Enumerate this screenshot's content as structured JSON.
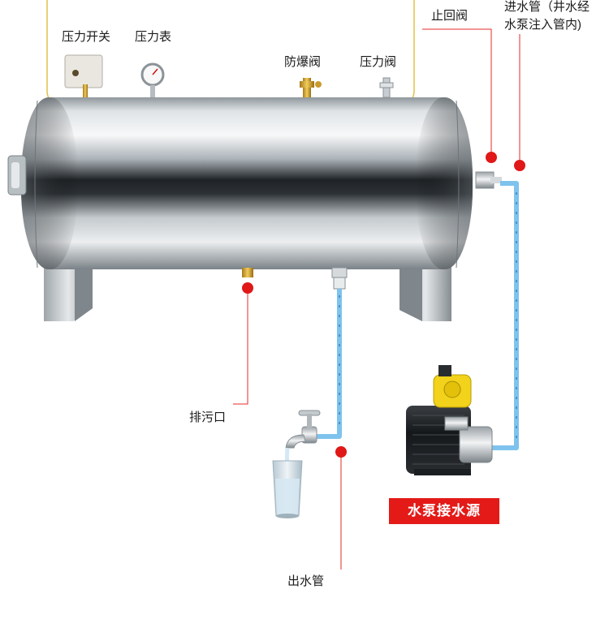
{
  "labels": {
    "pressure_switch": "压力开关",
    "pressure_gauge": "压力表",
    "explosion_proof_valve": "防爆阀",
    "pressure_valve": "压力阀",
    "check_valve": "止回阀",
    "inlet_pipe_line1": "进水管（井水经",
    "inlet_pipe_line2": "水泵注入管内)",
    "drain_outlet": "排污口",
    "outlet_pipe": "出水管",
    "pump_source": "水泵接水源"
  },
  "colors": {
    "callout_line": "#e52b2b",
    "marker_dot": "#e01818",
    "pipe": "#7ec3ee",
    "pipe_arrow": "#2a6fc0",
    "highlight_frame": "#e3c04a",
    "badge": "#e31a17"
  },
  "icons": [
    "pressure-switch-icon",
    "pressure-gauge-icon",
    "explosion-proof-valve-icon",
    "pressure-valve-icon",
    "faucet-icon",
    "water-glass-icon",
    "water-pump-icon"
  ]
}
